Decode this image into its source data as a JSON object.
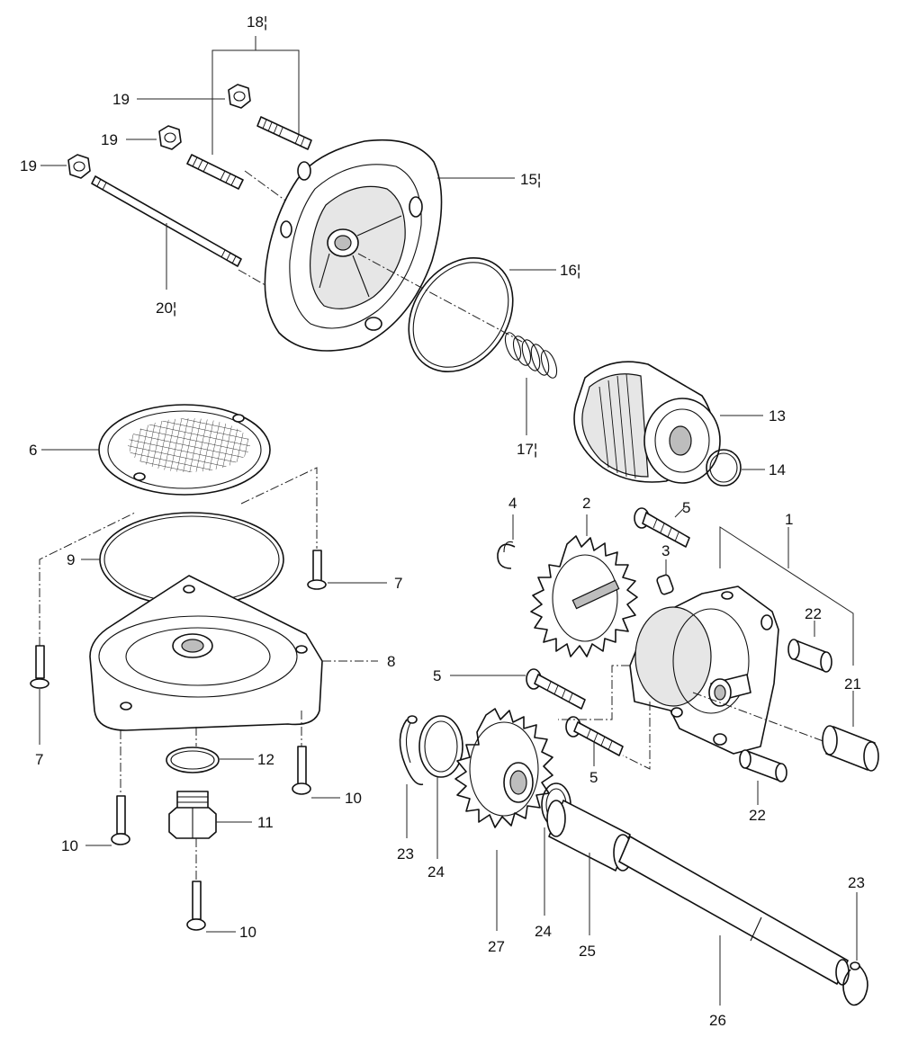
{
  "labels": [
    {
      "text": "18¦"
    },
    {
      "text": "19"
    },
    {
      "text": "19"
    },
    {
      "text": "19"
    },
    {
      "text": "15¦"
    },
    {
      "text": "16¦"
    },
    {
      "text": "20¦"
    },
    {
      "text": "17¦"
    },
    {
      "text": "13"
    },
    {
      "text": "14"
    },
    {
      "text": "6"
    },
    {
      "text": "9"
    },
    {
      "text": "7"
    },
    {
      "text": "7"
    },
    {
      "text": "8"
    },
    {
      "text": "12"
    },
    {
      "text": "11"
    },
    {
      "text": "10"
    },
    {
      "text": "10"
    },
    {
      "text": "10"
    },
    {
      "text": "4"
    },
    {
      "text": "2"
    },
    {
      "text": "5"
    },
    {
      "text": "3"
    },
    {
      "text": "1"
    },
    {
      "text": "22"
    },
    {
      "text": "21"
    },
    {
      "text": "5"
    },
    {
      "text": "5"
    },
    {
      "text": "22"
    },
    {
      "text": "23"
    },
    {
      "text": "24"
    },
    {
      "text": "27"
    },
    {
      "text": "24"
    },
    {
      "text": "25"
    },
    {
      "text": "26"
    },
    {
      "text": "23"
    }
  ]
}
